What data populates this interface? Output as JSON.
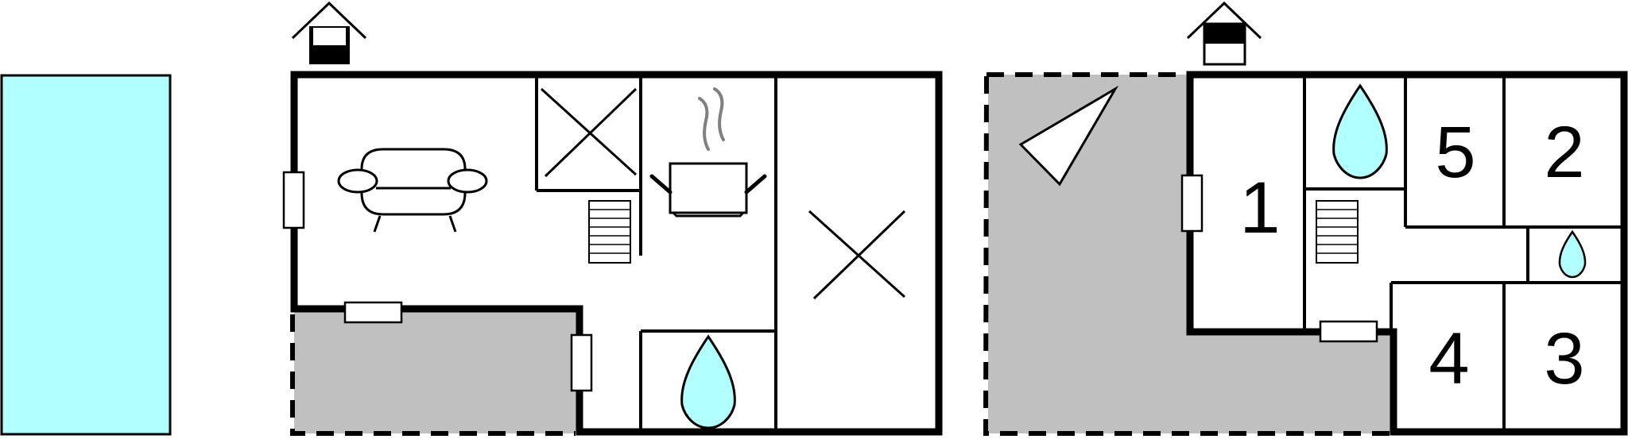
{
  "colors": {
    "pool": "#b2ffff",
    "terrace": "#c0c0c0",
    "water": "#b2ffff",
    "wall": "#000000",
    "background": "#ffffff"
  },
  "legend_icons": [
    "pool",
    "entrance-arrow-ground-floor",
    "entrance-arrow-upper-floor",
    "sofa-icon",
    "kitchen-hob-icon",
    "steam-icon",
    "shower-icon",
    "staircase-icon",
    "open-space-cross-icon",
    "terrace-area",
    "balcony-terrace-area",
    "window-marker"
  ],
  "rooms": {
    "bedroom_1": "1",
    "bedroom_2": "2",
    "bedroom_3": "3",
    "bedroom_4": "4",
    "bedroom_5": "5"
  }
}
